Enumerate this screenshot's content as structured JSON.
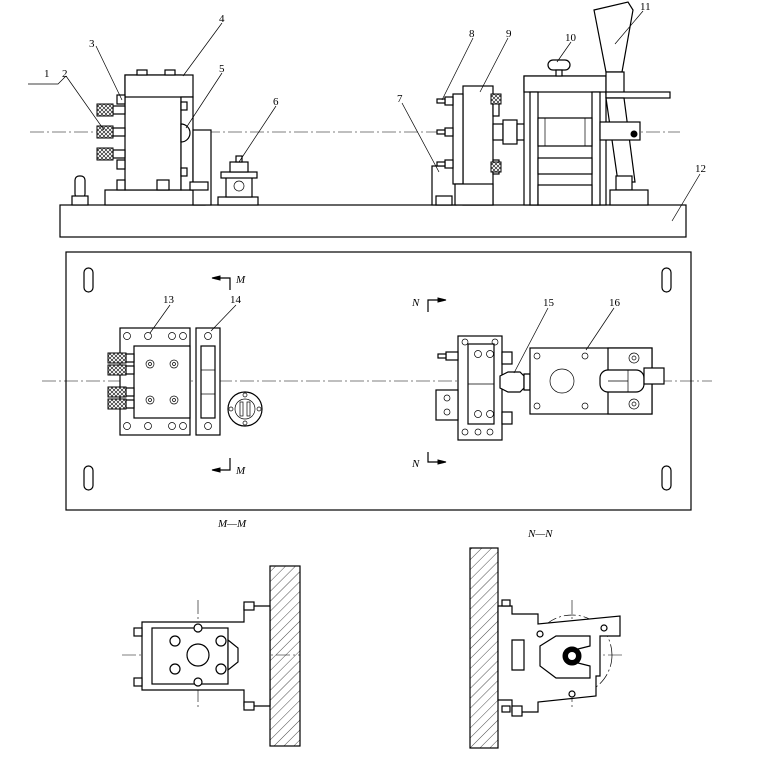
{
  "part_numbers": [
    "1",
    "2",
    "3",
    "4",
    "5",
    "6",
    "7",
    "8",
    "9",
    "10",
    "11",
    "12",
    "13",
    "14",
    "15",
    "16"
  ],
  "section_labels": {
    "m_top": "M",
    "m_bottom": "M",
    "n_top": "N",
    "n_bottom": "N",
    "mm_title": "M—M",
    "nn_title": "N—N"
  }
}
